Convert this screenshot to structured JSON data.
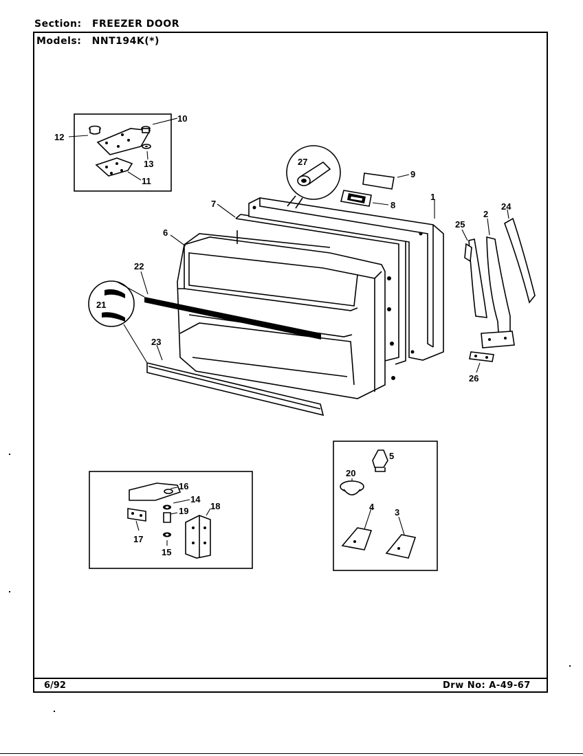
{
  "header": {
    "section_label": "Section:",
    "section_value": "FREEZER DOOR",
    "models_label": "Models:",
    "models_value": "NNT194K(*)"
  },
  "footer": {
    "date": "6/92",
    "drawing_label": "Drw No:",
    "drawing_number": "A-49-67"
  },
  "callouts": [
    "1",
    "2",
    "3",
    "4",
    "5",
    "6",
    "7",
    "8",
    "9",
    "10",
    "11",
    "12",
    "13",
    "14",
    "15",
    "16",
    "17",
    "18",
    "19",
    "20",
    "21",
    "22",
    "23",
    "24",
    "25",
    "26",
    "27"
  ]
}
